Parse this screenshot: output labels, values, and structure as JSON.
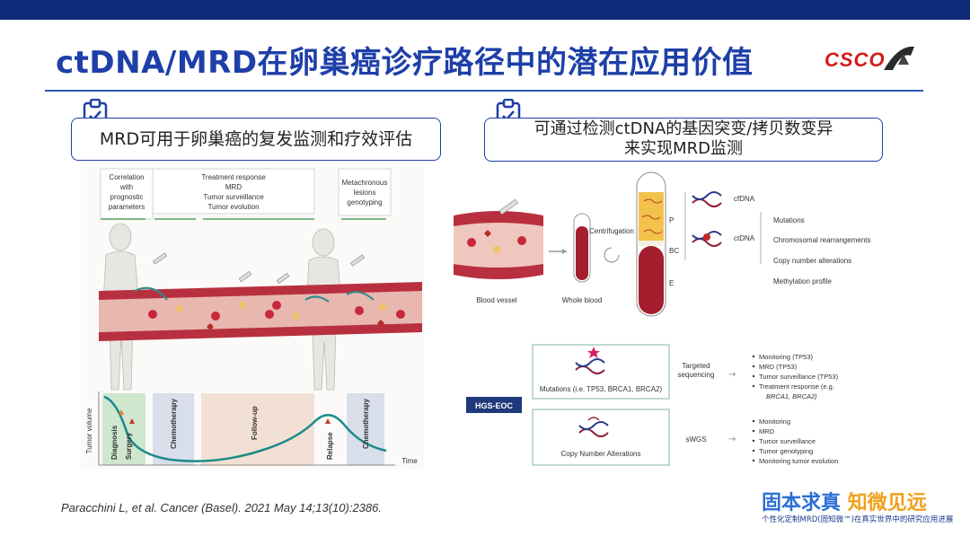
{
  "slide": {
    "title": "ctDNA/MRD在卵巢癌诊疗路径中的潜在应用价值",
    "logo_text": "CSCO",
    "colors": {
      "title": "#1e3fa8",
      "topbar": "#0e2a78",
      "logo": "#d51b1b",
      "accent_red": "#c62828"
    }
  },
  "left_panel": {
    "heading": "MRD可用于卵巢癌的复发监测和疗效评估",
    "figure": {
      "top_labels": [
        "Correlation",
        "with",
        "prognostic",
        "parameters",
        "Treatment response",
        "MRD",
        "Tumor surveillance",
        "Tumor evolution",
        "Metachronous",
        "lesions",
        "genotyping"
      ],
      "y_axis_label": "Tumor volume",
      "x_axis_label": "Time",
      "phases": [
        "Diagnosis",
        "Surgery",
        "Chemotherapy",
        "Follow-up",
        "Relapse",
        "Chemotherapy"
      ]
    }
  },
  "right_panel": {
    "heading_line1": "可通过检测ctDNA的基因突变/拷贝数变异",
    "heading_line2": "来实现MRD监测",
    "figure": {
      "labels": {
        "blood_vessel": "Blood vessel",
        "whole_blood": "Whole blood",
        "centrifugation": "Centrifugation",
        "p": "P",
        "bc": "BC",
        "e": "E",
        "cfdna": "cfDNA",
        "ctdna": "ctDNA",
        "hgs_eoc": "HGS-EOC"
      },
      "alterations": [
        "Mutations",
        "Chromosomal rearrangements",
        "Copy number alterations",
        "Methylation profile"
      ],
      "targeted": {
        "box_label": "Mutations (i.e. TP53, BRCA1, BRCA2)",
        "method_line1": "Targeted",
        "method_line2": "sequencing",
        "uses": [
          "Monitoring (TP53)",
          "MRD (TP53)",
          "Tumor surveillance (TP53)",
          "Treatment response (e.g.",
          "BRCA1, BRCA2)"
        ]
      },
      "swgs": {
        "box_label": "Copy Number Alterations",
        "method": "sWGS",
        "uses": [
          "Monitoring",
          "MRD",
          "Tumor surveillance",
          "Tumor genotyping",
          "Monitoring tumor evolution"
        ]
      }
    }
  },
  "citation": "Paracchini L, et al. Cancer (Basel). 2021 May 14;13(10):2386.",
  "brand": {
    "main_a": "固本求真",
    "main_b": "知微见远",
    "sub": "个性化定制MRD(固知微™)在真实世界中的研究应用进展"
  }
}
